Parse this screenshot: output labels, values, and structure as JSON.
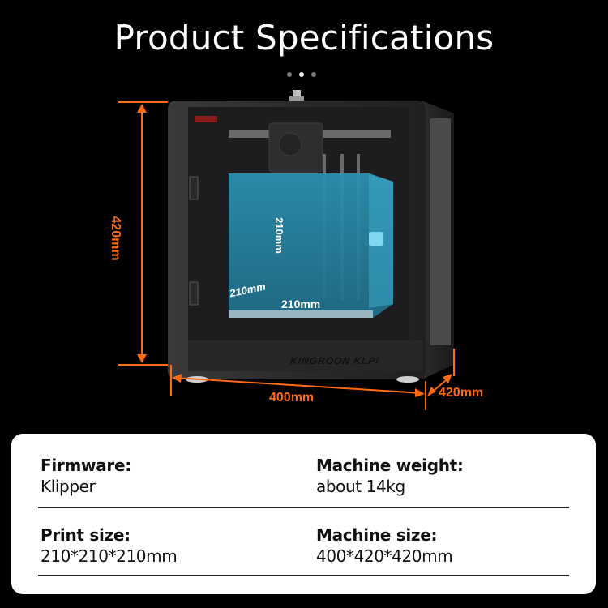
{
  "header": {
    "title": "Product Specifications",
    "carousel_dots": [
      {
        "active": false
      },
      {
        "active": true
      },
      {
        "active": false
      }
    ]
  },
  "product_image": {
    "brand_label": "KINGROON KLPi",
    "dimensions": {
      "height": "420mm",
      "width": "400mm",
      "depth": "420mm"
    },
    "print_volume": {
      "height": "210mm",
      "depth": "210mm",
      "width": "210mm"
    },
    "colors": {
      "dimension_lines": "#ff6a13",
      "volume_box": "#2a8fae",
      "frame": "#2b2b2d"
    }
  },
  "specs": {
    "rows": [
      [
        {
          "label": "Firmware:",
          "value": "Klipper"
        },
        {
          "label": "Machine weight:",
          "value": "about 14kg"
        }
      ],
      [
        {
          "label": "Print size:",
          "value": "210*210*210mm"
        },
        {
          "label": "Machine size:",
          "value": "400*420*420mm"
        }
      ]
    ]
  }
}
